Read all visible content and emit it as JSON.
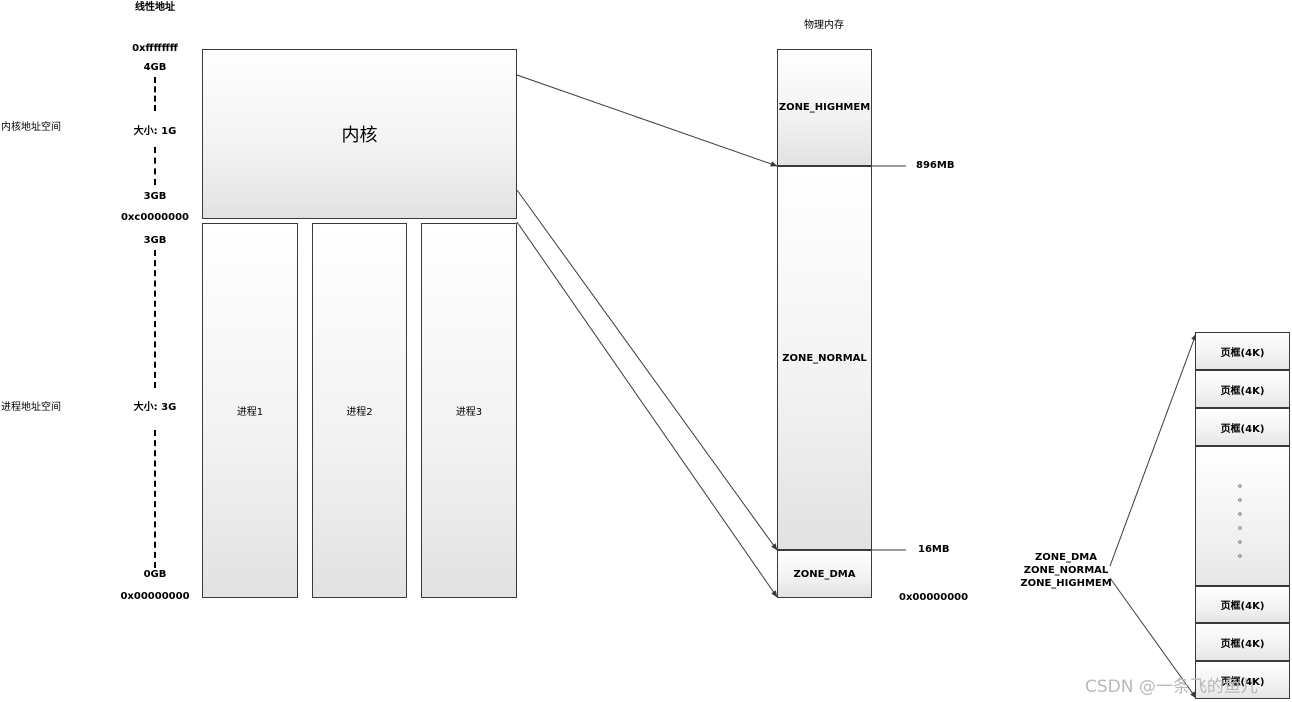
{
  "linear": {
    "title": "线性地址",
    "addr_top": "0xffffffff",
    "gb4": "4GB",
    "kernel_size": "大小: 1G",
    "gb3_a": "3GB",
    "addr_kernel": "0xc0000000",
    "gb3_b": "3GB",
    "user_size": "大小: 3G",
    "gb0": "0GB",
    "addr_bottom": "0x00000000"
  },
  "side": {
    "kernel_space": "内核地址空间",
    "user_space": "进程地址空间"
  },
  "kernel_box": "内核",
  "processes": [
    "进程1",
    "进程2",
    "进程3"
  ],
  "physical": {
    "title": "物理内存",
    "highmem": "ZONE_HIGHMEM",
    "normal": "ZONE_NORMAL",
    "dma": "ZONE_DMA",
    "mark_896": "896MB",
    "mark_16": "16MB",
    "addr_bottom": "0x00000000"
  },
  "zones_list": [
    "ZONE_DMA",
    "ZONE_NORMAL",
    "ZONE_HIGHMEM"
  ],
  "frames": {
    "labels_top": [
      "页框(4K)",
      "页框(4K)",
      "页框(4K)"
    ],
    "labels_bottom": [
      "页框(4K)",
      "页框(4K)",
      "页框(4K)"
    ],
    "ellipsis": [
      "。",
      "。",
      "。",
      "。",
      "。",
      "。"
    ]
  },
  "watermark": "CSDN @一条飞的鱼儿"
}
